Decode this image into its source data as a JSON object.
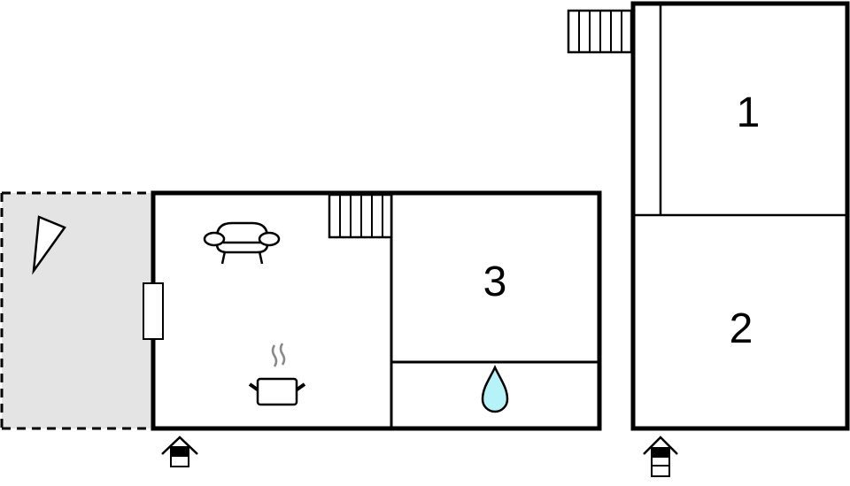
{
  "diagram": {
    "type": "floor-plan",
    "colors": {
      "wall": "#000000",
      "background": "#ffffff",
      "terrace_fill": "#e4e4e4",
      "water_drop": "#b5f3f8",
      "steam": "#888888"
    },
    "rooms": [
      {
        "id": "room-1",
        "label": "1",
        "kind": "bedroom"
      },
      {
        "id": "room-2",
        "label": "2",
        "kind": "bedroom"
      },
      {
        "id": "room-3",
        "label": "3",
        "kind": "bedroom"
      }
    ],
    "areas": [
      {
        "id": "terrace",
        "kind": "outdoor-terrace",
        "symbol": "sun-triangle"
      },
      {
        "id": "living",
        "kind": "living-kitchen",
        "symbols": [
          "armchair",
          "cooking-pot"
        ]
      },
      {
        "id": "bathroom",
        "kind": "bathroom",
        "symbol": "water-drop"
      }
    ],
    "stairs": [
      {
        "id": "stairs-main",
        "steps": 6
      },
      {
        "id": "stairs-annex",
        "steps": 6
      }
    ],
    "entrances": [
      {
        "id": "entrance-main",
        "symbol": "house-entrance"
      },
      {
        "id": "entrance-annex",
        "symbol": "house-entrance-tall"
      }
    ]
  }
}
